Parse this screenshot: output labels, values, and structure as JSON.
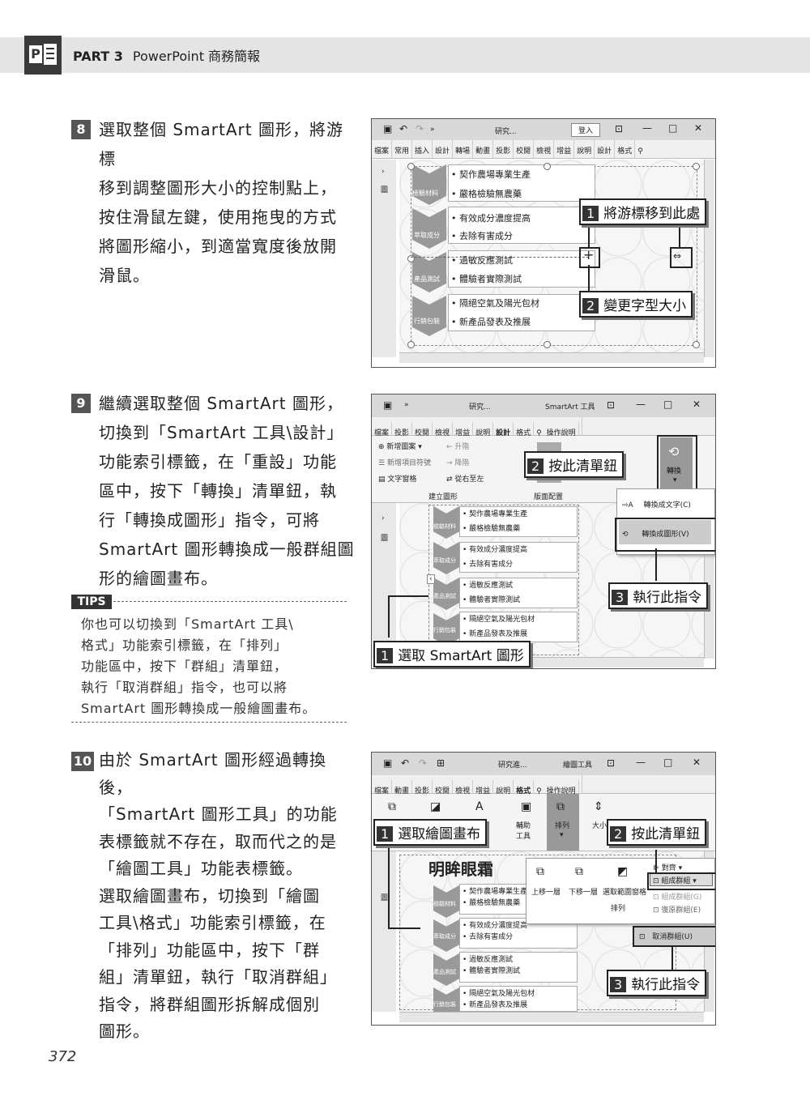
{
  "header": {
    "part": "PART 3",
    "title": "PowerPoint 商務簡報",
    "logo_letter": "P"
  },
  "steps": [
    {
      "num": "8",
      "lines": [
        "選取整個 SmartArt 圖形，將游標",
        "移到調整圖形大小的控制點上，",
        "按住滑鼠左鍵，使用拖曳的方式",
        "將圖形縮小，到適當寬度後放開",
        "滑鼠。"
      ]
    },
    {
      "num": "9",
      "lines": [
        "繼續選取整個 SmartArt 圖形，",
        "切換到「SmartArt 工具\\設計」",
        "功能索引標籤，在「重設」功能",
        "區中，按下「轉換」清單鈕，執",
        "行「轉換成圖形」指令，可將",
        "SmartArt 圖形轉換成一般群組圖",
        "形的繪圖畫布。"
      ]
    },
    {
      "num": "10",
      "lines": [
        "由於 SmartArt 圖形經過轉換後，",
        "「SmartArt 圖形工具」的功能",
        "表標籤就不存在，取而代之的是",
        "「繪圖工具」功能表標籤。",
        "選取繪圖畫布，切換到「繪圖",
        "工具\\格式」功能索引標籤，在",
        "「排列」功能區中，按下「群",
        "組」清單鈕，執行「取消群組」",
        "指令，將群組圖形拆解成個別",
        "圖形。"
      ]
    }
  ],
  "tips": {
    "tag": "TIPS",
    "lines": [
      "你也可以切換到「SmartArt 工具\\",
      "格式」功能索引標籤，在「排列」",
      "功能區中，按下「群組」清單鈕，",
      "執行「取消群組」指令，也可以將",
      "SmartArt 圖形轉換成一般繪圖畫布。"
    ]
  },
  "page_number": "372",
  "shot1": {
    "title": "研究...",
    "signin": "登入",
    "tabs": [
      "檔案",
      "常用",
      "插入",
      "設計",
      "轉場",
      "動畫",
      "投影",
      "校閱",
      "檢視",
      "增益",
      "說明",
      "設計",
      "格式"
    ],
    "side_label": "圖",
    "chevrons": [
      "檢驗材料",
      "萃取成分",
      "產品測試",
      "行銷包裝"
    ],
    "bullets": [
      "契作農場專業生產",
      "嚴格檢驗無農藥",
      "有效成分濃度提高",
      "去除有害成分",
      "過敏反應測試",
      "體驗者實際測試",
      "隔絕空氣及陽光包材",
      "新產品發表及推展"
    ],
    "callout1": {
      "num": "1",
      "text": "將游標移到此處"
    },
    "callout2": {
      "num": "2",
      "text": "變更字型大小"
    }
  },
  "shot2": {
    "title": "研究...",
    "tool_title": "SmartArt 工具",
    "tabs": [
      "檔案",
      "投影",
      "校閱",
      "檢視",
      "增益",
      "說明",
      "設計",
      "格式",
      "操作說明"
    ],
    "ribbon_items": [
      "新增圖案",
      "升階",
      "新增項目符號",
      "降階",
      "文字窗格",
      "從右至左",
      "建立圖形",
      "版面配置",
      "轉換"
    ],
    "menu_items": [
      "轉換成文字(C)",
      "轉換成圖形(V)"
    ],
    "chevrons": [
      "檢驗材料",
      "萃取成分",
      "產品測試",
      "行銷包裝"
    ],
    "bullets": [
      "契作農場專業生產",
      "嚴格檢驗無農藥",
      "有效成分濃度提高",
      "去除有害成分",
      "過敏反應測試",
      "體驗者實際測試",
      "隔絕空氣及陽光包材",
      "新產品發表及推展"
    ],
    "callout1": {
      "num": "1",
      "text": "選取 SmartArt 圖形"
    },
    "callout2": {
      "num": "2",
      "text": "按此清單鈕"
    },
    "callout3": {
      "num": "3",
      "text": "執行此指令"
    }
  },
  "shot3": {
    "title": "研究進...",
    "tool_title": "繪圖工具",
    "tabs": [
      "檔案",
      "動畫",
      "投影",
      "校閱",
      "檢視",
      "增益",
      "說明",
      "格式",
      "操作說明"
    ],
    "ribbon_items": [
      "輔助工具",
      "排列",
      "大小"
    ],
    "canvas_title": "明眸眼霜",
    "arrange_items": [
      "上移一層",
      "下移一層",
      "選取範圍窗格",
      "對齊",
      "組成群組",
      "組成群組(G)",
      "復原群組(E)",
      "取消群組(U)",
      "排列"
    ],
    "chevrons": [
      "檢驗材料",
      "萃取成分",
      "產品測試",
      "行銷包裝"
    ],
    "bullets": [
      "契作農場專業生產",
      "嚴格檢驗無農藥",
      "有效成分濃度提高",
      "去除有害成分",
      "過敏反應測試",
      "體驗者實際測試",
      "隔絕空氣及陽光包材",
      "新產品發表及推展"
    ],
    "callout1": {
      "num": "1",
      "text": "選取繪圖畫布"
    },
    "callout2": {
      "num": "2",
      "text": "按此清單鈕"
    },
    "callout3": {
      "num": "3",
      "text": "執行此指令"
    }
  }
}
